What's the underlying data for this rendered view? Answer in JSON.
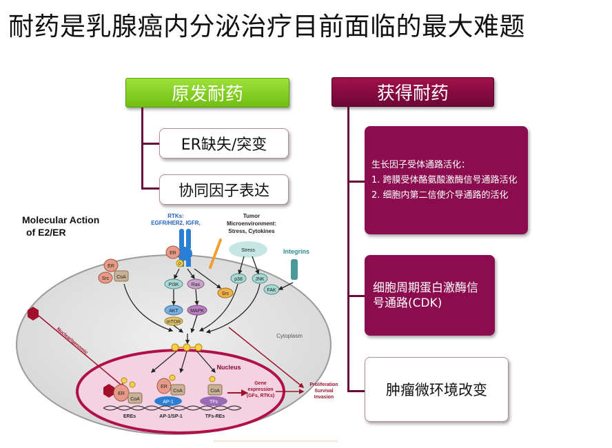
{
  "title": "耐药是乳腺癌内分泌治疗目前面临的最大难题",
  "left_branch": {
    "header": "原发耐药",
    "items": [
      "ER缺失/突变",
      "协同因子表达"
    ]
  },
  "right_branch": {
    "header": "获得耐药",
    "box1": {
      "heading": "生长因子受体通路活化：",
      "item1": "1. 跨膜受体酪氨酸激酶信号通路活化",
      "item2": "2. 细胞内第二信使介导通路的活化"
    },
    "box2": "细胞周期蛋白激酶信号通路(CDK)",
    "box3": "肿瘤微环境改变"
  },
  "diagram": {
    "title_line1": "Molecular Action",
    "title_line2": "of E2/ER",
    "rtks_line1": "RTKs:",
    "rtks_line2": "EGFR/HER2, IGFR,",
    "tumor_line1": "Tumor",
    "tumor_line2": "Microenvironment:",
    "tumor_line3": "Stress, Cytokines",
    "stress": "Stress",
    "integrins": "Integrins",
    "cytoplasm": "Cytoplasm",
    "nucleus": "Nucleus",
    "nuclear_genomic": "Nuclear/genomic",
    "nodes": {
      "er": "ER",
      "src": "Src",
      "coa": "CoA",
      "p": "P",
      "pi3k": "PI3K",
      "ras": "Ras",
      "akt": "AKT",
      "mapk": "MAPK",
      "mtor": "mTOR",
      "p38": "p38",
      "jnk": "JNK",
      "fak": "FAK",
      "ap1": "AP-1",
      "tfs": "TFs"
    },
    "gene_expr_line1": "Gene",
    "gene_expr_line2": "expression",
    "gene_expr_line3": "(GFs, RTKs)",
    "prolif1": "Proliferation",
    "prolif2": "Survival",
    "prolif3": "Invasion",
    "eres": "EREs",
    "ap1sp1": "AP-1/SP-1",
    "tfres": "TFs-REs"
  },
  "colors": {
    "green_header": "#7dcc1f",
    "purple_header": "#8b0d4f",
    "purple_box": "#8b0d4f",
    "nucleus_fill": "#f3d3e3",
    "cell_fill": "#e3e3e3"
  }
}
